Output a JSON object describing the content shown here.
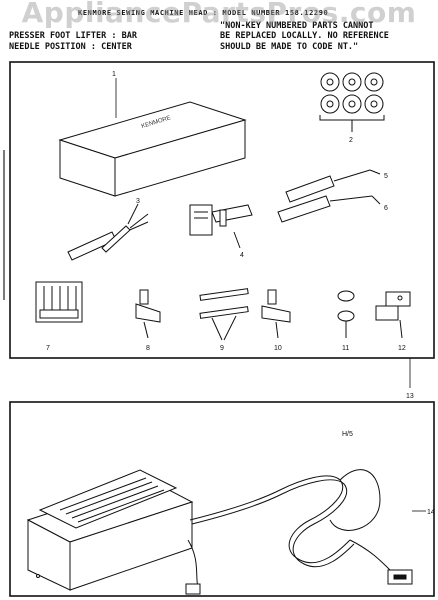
{
  "header": {
    "title": "KENMORE SEWING MACHINE HEAD : MODEL NUMBER 158.12290",
    "presser_foot_lifter": "PRESSER FOOT LIFTER : BAR",
    "needle_position": "NEEDLE POSITION : CENTER",
    "note_line1": "\"NON-KEY NUMBERED PARTS CANNOT",
    "note_line2": "BE REPLACED LOCALLY. NO REFERENCE",
    "note_line3": "SHOULD BE MADE TO CODE NT.\""
  },
  "watermark": "AppliancePartsPros.com",
  "accessories_panel": {
    "case_brand": "KENMORE",
    "callouts": [
      "1",
      "2",
      "3",
      "4",
      "5",
      "6",
      "7",
      "8",
      "9",
      "10",
      "11",
      "12",
      "13"
    ]
  },
  "foot_control_panel": {
    "code": "H/5",
    "callout": "14"
  }
}
